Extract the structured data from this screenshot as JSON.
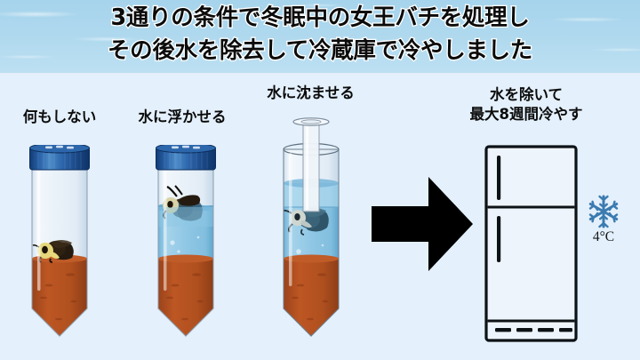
{
  "header": {
    "line1": "3通りの条件で冬眠中の女王バチを処理し",
    "line2": "その後水を除去して冷蔵庫で冷やしました",
    "bg_color": "#aed8ee",
    "text_color": "#0b0b0b",
    "outline_color": "#ffffff"
  },
  "page": {
    "bg_color": "#e4f0fb"
  },
  "conditions": [
    {
      "id": "no-treatment",
      "label": "何もしない",
      "tube": {
        "has_cap": true,
        "cap_color": "#1b4f91",
        "water_fill": "none",
        "soil_color": "#b0501f",
        "bee_state": "resting-on-soil",
        "bee_color": "#e5d77a"
      }
    },
    {
      "id": "float-on-water",
      "label": "水に浮かせる",
      "tube": {
        "has_cap": true,
        "cap_color": "#1b4f91",
        "water_fill": "partial",
        "water_color": "#8ec6e4",
        "soil_color": "#b0501f",
        "bee_state": "floating-at-surface",
        "bee_color": "#d8d3a8"
      }
    },
    {
      "id": "submerge-in-water",
      "label": "水に沈ませる",
      "tube": {
        "has_cap": false,
        "insert_tube": true,
        "water_fill": "full",
        "water_color": "#8ec6e4",
        "soil_color": "#b0501f",
        "bee_state": "submerged",
        "bee_color": "#cfd6cf"
      }
    }
  ],
  "transition": {
    "icon": "right-arrow-icon",
    "color": "#000000"
  },
  "fridge": {
    "label_line1": "水を除いて",
    "label_line2": "最大8週間冷やす",
    "temperature": "4°C",
    "snowflake_color": "#3b7bb0",
    "body_color": "#eef4fb",
    "outline_color": "#0d1216"
  }
}
